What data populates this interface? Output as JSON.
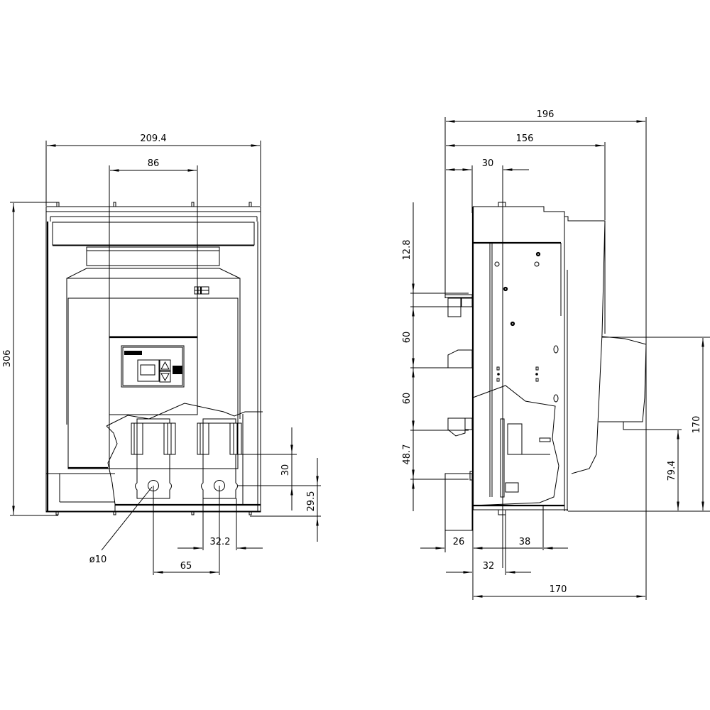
{
  "drawing": {
    "type": "technical dimension drawing",
    "units": "mm",
    "views": [
      "front-view",
      "side-view"
    ]
  },
  "front_view": {
    "dimensions": {
      "overall_width": "209.4",
      "handle_spacing": "86",
      "overall_height": "306",
      "terminal_vertical": "30",
      "terminal_to_base": "29.5",
      "terminal_width": "32.2",
      "terminal_pitch": "65",
      "hole_diameter": "ø10"
    }
  },
  "side_view": {
    "dimensions": {
      "overall_depth": "196",
      "body_depth": "156",
      "front_offset": "30",
      "spacing_top": "12.8",
      "spacing_1": "60",
      "spacing_2": "60",
      "spacing_bottom": "48.7",
      "handle_height": "170",
      "handle_lower": "79.4",
      "base_left": "26",
      "base_right": "38",
      "base_mid": "32",
      "base_depth": "170"
    }
  }
}
